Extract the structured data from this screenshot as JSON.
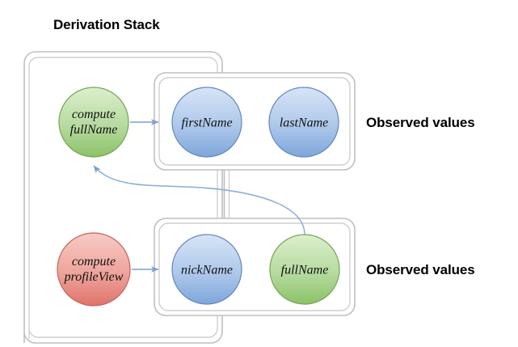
{
  "title": "Derivation Stack",
  "colors": {
    "container_border": "#b3b3b3",
    "container_fill": "#ffffff",
    "green_light": "#d4ecc2",
    "green_dark": "#8cc165",
    "green_stroke": "#6f9e4a",
    "blue_light": "#cfdff5",
    "blue_dark": "#7fa8dd",
    "blue_stroke": "#5b83b8",
    "red_light": "#f5c4bd",
    "red_dark": "#e0766e",
    "red_stroke": "#c05b54",
    "arrow": "#7b9fd4",
    "text": "#111111"
  },
  "stack": {
    "name": "derivation-stack-container"
  },
  "groups": [
    {
      "id": "observed-values-top",
      "label": "Observed values",
      "nodes": [
        {
          "id": "firstName",
          "label": "firstName",
          "kind": "observed",
          "color": "blue"
        },
        {
          "id": "lastName",
          "label": "lastName",
          "kind": "observed",
          "color": "blue"
        }
      ]
    },
    {
      "id": "observed-values-bottom",
      "label": "Observed values",
      "nodes": [
        {
          "id": "nickName",
          "label": "nickName",
          "kind": "observed",
          "color": "blue"
        },
        {
          "id": "fullName",
          "label": "fullName",
          "kind": "derived",
          "color": "green"
        }
      ]
    }
  ],
  "computations": [
    {
      "id": "compute-fullName",
      "line1": "compute",
      "line2": "fullName",
      "color": "green"
    },
    {
      "id": "compute-profileView",
      "line1": "compute",
      "line2": "profileView",
      "color": "red"
    }
  ],
  "edges": [
    {
      "id": "edge-compute-fullname-to-firstname",
      "from": "compute-fullName",
      "to": "firstName"
    },
    {
      "id": "edge-compute-profileview-to-nickname",
      "from": "compute-profileView",
      "to": "nickName"
    },
    {
      "id": "edge-fullname-to-compute-fullname",
      "from": "fullName",
      "to": "compute-fullName"
    }
  ]
}
